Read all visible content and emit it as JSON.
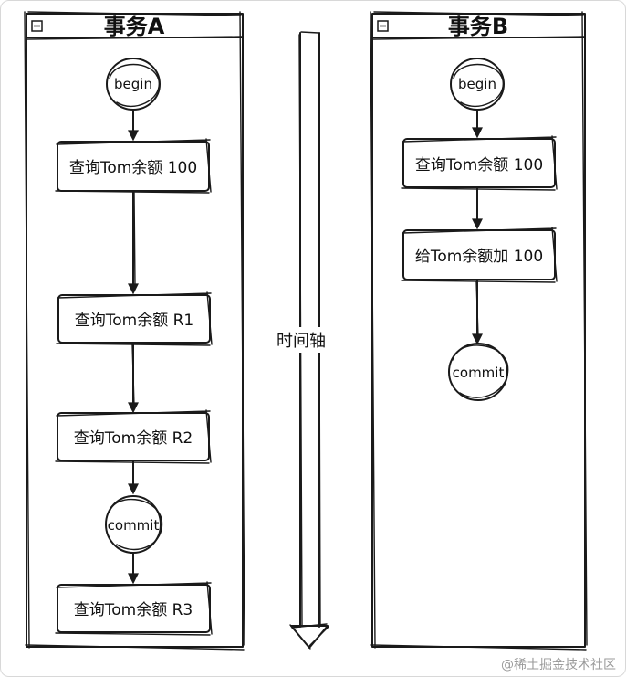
{
  "lanes": {
    "a": {
      "title": "事务A",
      "nodes": {
        "begin": "begin",
        "query1": "查询Tom余额 100",
        "query2": "查询Tom余额 R1",
        "query3": "查询Tom余额 R2",
        "commit": "commit",
        "query4": "查询Tom余额 R3"
      }
    },
    "b": {
      "title": "事务B",
      "nodes": {
        "begin": "begin",
        "query1": "查询Tom余额 100",
        "update": "给Tom余额加 100",
        "commit": "commit"
      }
    }
  },
  "axis": {
    "label": "时间轴"
  },
  "watermark": "@稀土掘金技术社区"
}
